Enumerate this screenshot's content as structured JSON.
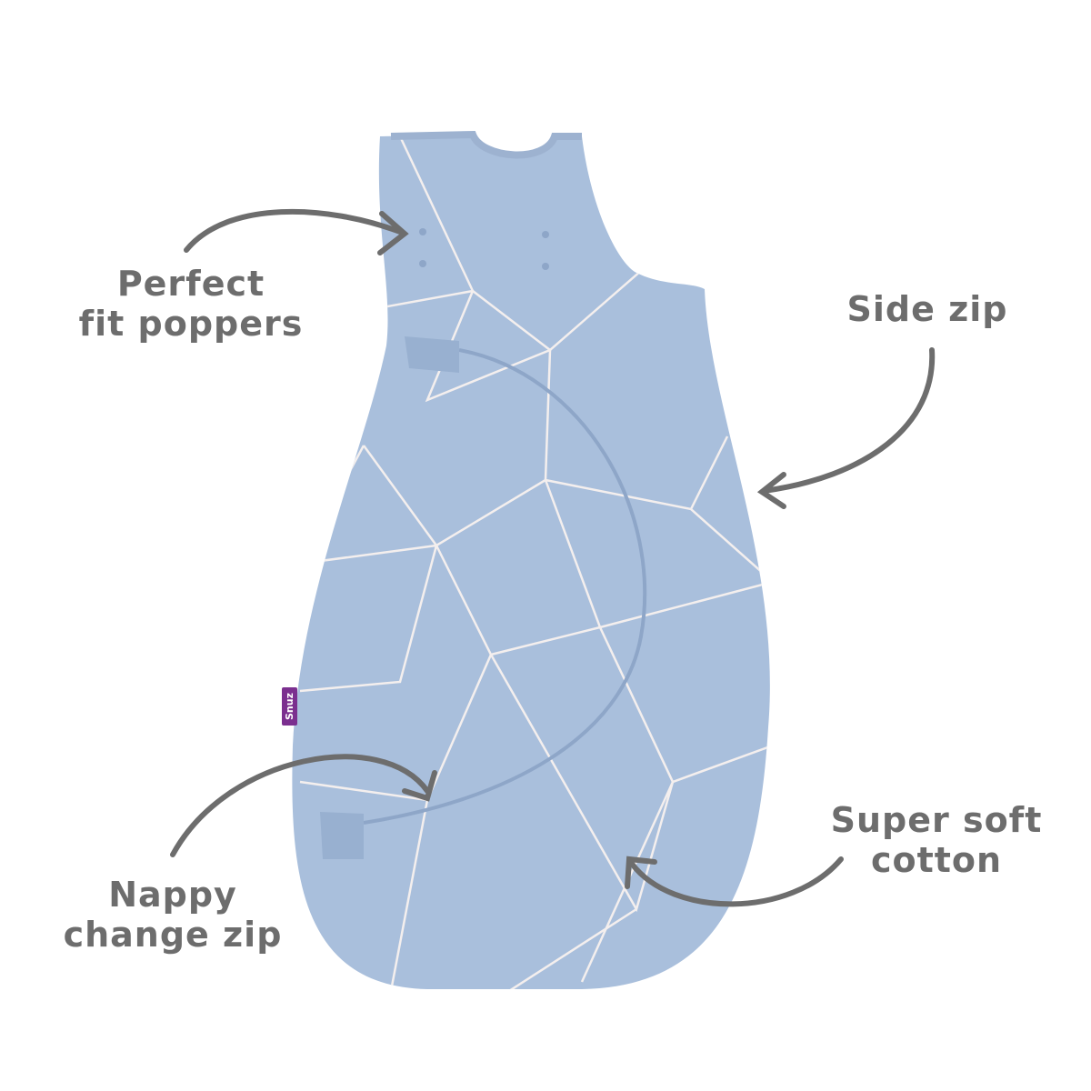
{
  "callouts": {
    "poppers": "Perfect\nfit poppers",
    "poppers_line1": "Perfect",
    "poppers_line2": "fit poppers",
    "side_zip": "Side zip",
    "nappy_line1": "Nappy",
    "nappy_line2": "change zip",
    "cotton_line1": "Super soft",
    "cotton_line2": "cotton"
  },
  "product": {
    "brand_tag": "Snuz"
  },
  "colors": {
    "fabric": "#a9bfdc",
    "pattern_lines": "#f4efee",
    "text": "#6d6d6d",
    "tag": "#7b2f8f"
  }
}
